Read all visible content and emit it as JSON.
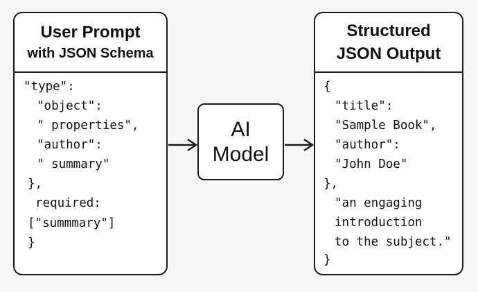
{
  "left_panel": {
    "title_line1": "User Prompt",
    "title_line2": "with JSON Schema",
    "code_lines": [
      "\"type\":",
      "\"object\":",
      "\" properties\",",
      "\"author\":",
      "\" summary\"",
      "},",
      "required:",
      "[\"summmary\"]",
      "}"
    ]
  },
  "model": {
    "line1": "AI",
    "line2": "Model"
  },
  "right_panel": {
    "title_line1": "Structured",
    "title_line2": "JSON Output",
    "code_lines": [
      "{",
      "\"title\":",
      "\"Sample Book\",",
      "\"author\":",
      "\"John Doe\"",
      "},",
      "\"an engaging",
      "introduction",
      "to the subject.\"",
      "}"
    ]
  }
}
